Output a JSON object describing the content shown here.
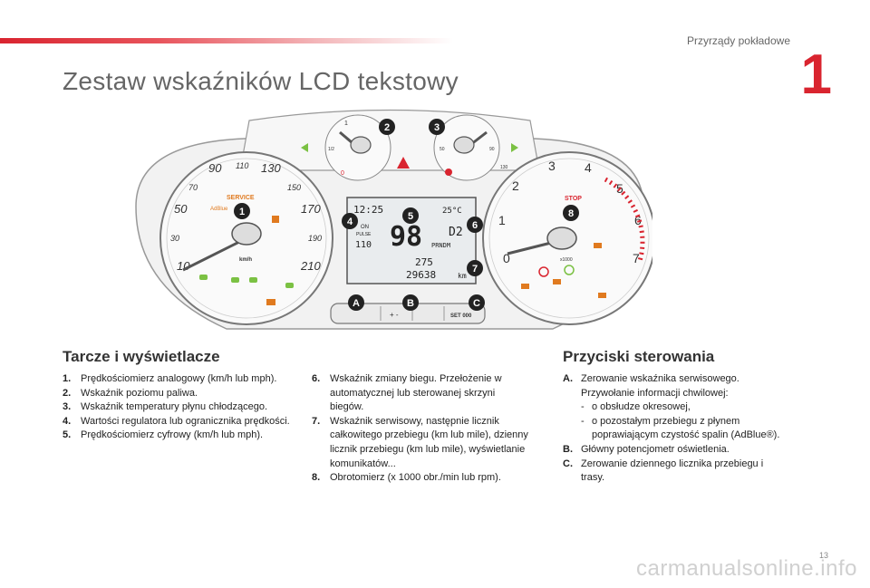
{
  "header": {
    "chapter_title": "Przyrządy pokładowe",
    "chapter_number": "1"
  },
  "page_title": "Zestaw wskaźników LCD tekstowy",
  "figure": {
    "speedometer": {
      "unit": "km/h",
      "ticks": [
        "10",
        "30",
        "50",
        "70",
        "90",
        "110",
        "130",
        "150",
        "170",
        "190",
        "210"
      ],
      "service_label": "SERVICE",
      "adblue_label": "AdBlue"
    },
    "tachometer": {
      "ticks": [
        "0",
        "1",
        "2",
        "3",
        "4",
        "5",
        "6",
        "7"
      ],
      "multiplier": "x1000",
      "stop_label": "STOP"
    },
    "fuel_gauge": {
      "marks": [
        "1",
        "1/2",
        "0"
      ]
    },
    "temp_gauge": {
      "marks": [
        "50",
        "90",
        "130"
      ]
    },
    "lcd": {
      "clock": "12:25",
      "outside_temp": "25°C",
      "speed_big": "98",
      "gear": "D2",
      "limiter_label": "ON",
      "pulse_label": "PULSE",
      "limit_value": "110",
      "gear_row": "PRNDM",
      "total_mileage": "29638",
      "trip_mileage": "275",
      "km_unit": "km"
    },
    "buttons": {
      "b_label": "+ -",
      "c_label": "SET 000"
    },
    "callouts": [
      "1",
      "2",
      "3",
      "4",
      "5",
      "6",
      "7",
      "8",
      "A",
      "B",
      "C"
    ]
  },
  "left_section": {
    "heading": "Tarcze i wyświetlacze",
    "items": [
      {
        "key": "1.",
        "text": "Prędkościomierz analogowy (km/h lub mph)."
      },
      {
        "key": "2.",
        "text": "Wskaźnik poziomu paliwa."
      },
      {
        "key": "3.",
        "text": "Wskaźnik temperatury płynu chłodzącego."
      },
      {
        "key": "4.",
        "text": "Wartości regulatora lub ogranicznika prędkości."
      },
      {
        "key": "5.",
        "text": "Prędkościomierz cyfrowy (km/h lub mph)."
      }
    ]
  },
  "middle_section": {
    "items": [
      {
        "key": "6.",
        "text": "Wskaźnik zmiany biegu. Przełożenie w automatycznej lub sterowanej skrzyni biegów."
      },
      {
        "key": "7.",
        "text": "Wskaźnik serwisowy, następnie licznik całkowitego przebiegu (km lub mile), dzienny licznik przebiegu (km lub mile), wyświetlanie komunikatów..."
      },
      {
        "key": "8.",
        "text": "Obrotomierz (x 1000 obr./min lub rpm)."
      }
    ]
  },
  "right_section": {
    "heading": "Przyciski sterowania",
    "a_key": "A.",
    "a_text": "Zerowanie wskaźnika serwisowego. Przywołanie informacji chwilowej:",
    "a_sub": [
      {
        "dash": "-",
        "text": "o obsłudze okresowej,"
      },
      {
        "dash": "-",
        "text": "o pozostałym przebiegu z płynem poprawiającym czystość spalin (AdBlue®)."
      }
    ],
    "b_key": "B.",
    "b_text": "Główny potencjometr oświetlenia.",
    "c_key": "C.",
    "c_text": "Zerowanie dziennego licznika przebiegu i trasy."
  },
  "page_number": "13",
  "watermark": "carmanualsonline.info"
}
